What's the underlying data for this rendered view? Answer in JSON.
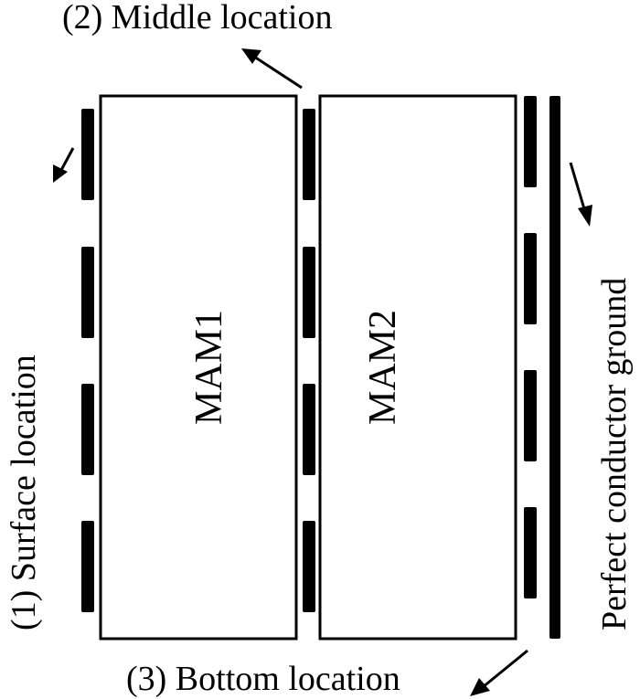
{
  "labels": {
    "middle": "(2) Middle location",
    "surface": "(1) Surface location",
    "bottom": "(3) Bottom location",
    "ground": "Perfect conductor ground"
  },
  "panels": {
    "mam1": "MAM1",
    "mam2": "MAM2"
  },
  "colors": {
    "ink": "#000000",
    "background": "#ffffff"
  }
}
